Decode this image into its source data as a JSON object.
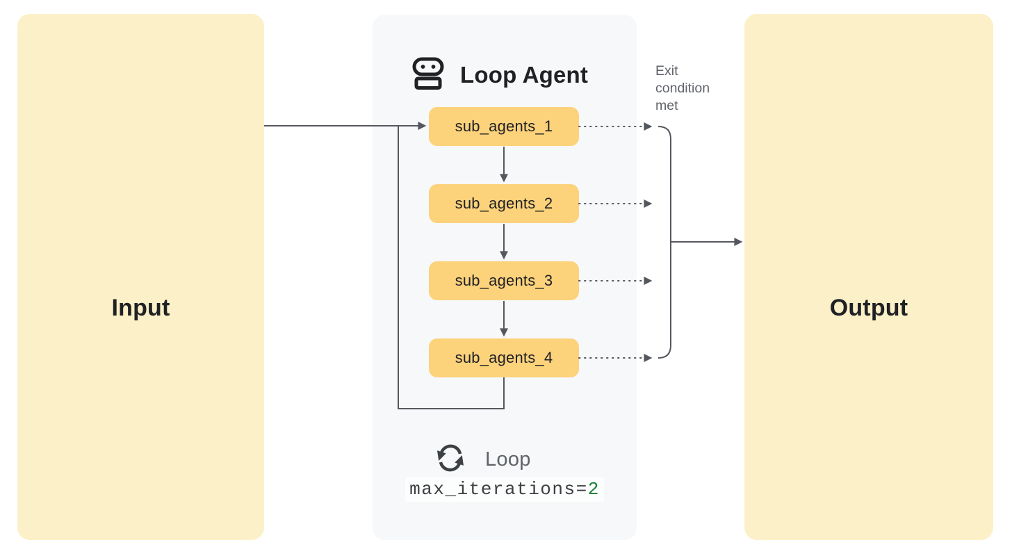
{
  "diagram": {
    "type": "loop-agent-architecture",
    "background": "#FFFFFF"
  },
  "colors": {
    "io_panel": "#FBF0C7",
    "agent_panel": "#F7F8FA",
    "sub_agent_box": "#FCD27B",
    "connector_line": "#54585E",
    "text_dark": "#202124",
    "text_gray": "#5F6368",
    "code_text": "#3C4043",
    "code_value_green": "#1A7F37"
  },
  "input_panel": {
    "label": "Input"
  },
  "output_panel": {
    "label": "Output"
  },
  "loop_agent": {
    "icon": "robot-icon",
    "title": "Loop Agent",
    "sub_agents": [
      "sub_agents_1",
      "sub_agents_2",
      "sub_agents_3",
      "sub_agents_4"
    ],
    "footer": {
      "icon": "loop-icon",
      "label": "Loop",
      "code_prefix": "max_iterations=",
      "code_value": "2"
    }
  },
  "annotations": {
    "exit_condition": "Exit condition met"
  }
}
